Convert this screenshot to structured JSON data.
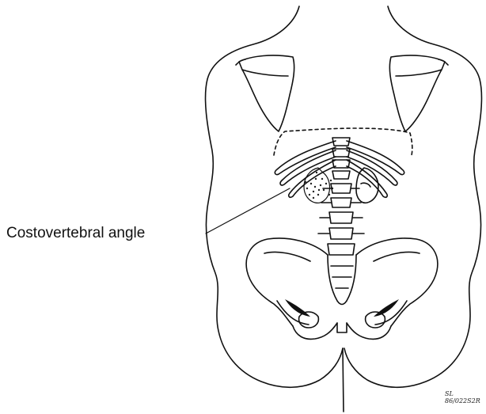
{
  "figure": {
    "annotation_label": "Costovertebral angle",
    "artist_initials": "SL",
    "artist_code": "86/022S2R"
  }
}
